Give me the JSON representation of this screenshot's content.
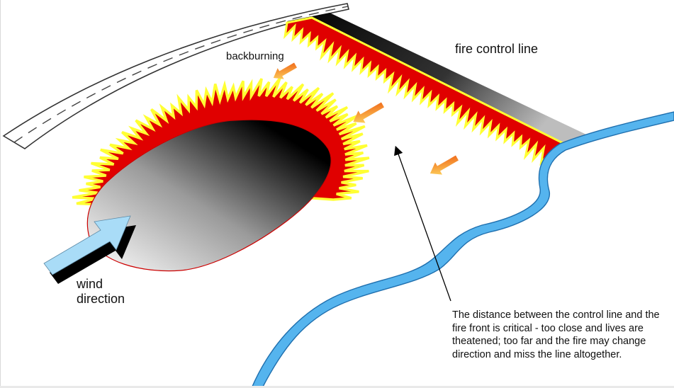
{
  "labels": {
    "backburning": "backburning",
    "fire_control_line": "fire control line",
    "wind_line1": "wind",
    "wind_line2": "direction",
    "note": "The distance between the control line and the fire front is critical - too close and lives are theatened; too far and the fire may change direction and miss the line altogether."
  },
  "colors": {
    "flame_red": "#e00000",
    "flame_yellow": "#ffff33",
    "river": "#55b4ee",
    "river_edge": "#1f6fae",
    "wind_arrow": "#a9dcf7",
    "backburn_arrow": "#f28c1e",
    "road_edge": "#333333"
  }
}
